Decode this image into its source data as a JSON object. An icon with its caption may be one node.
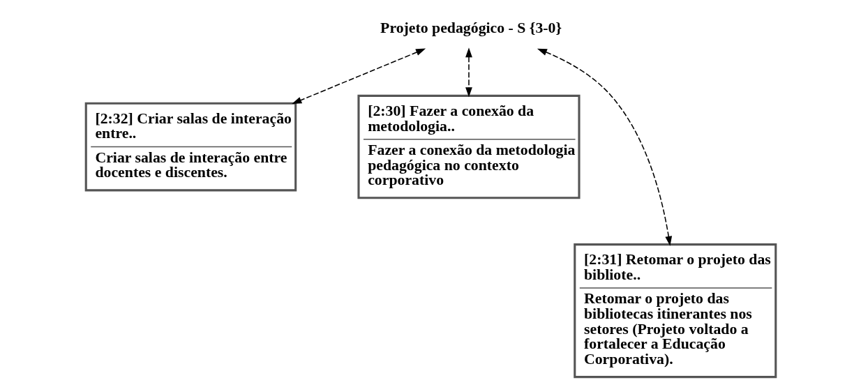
{
  "diagram": {
    "nodes": [
      {
        "text": [
          "Projeto pedagógico - S {3-0}"
        ]
      },
      {
        "text": [
          "[2:32] Criar salas de interação entre..",
          "Criar salas de interação entre docentes e discentes."
        ]
      },
      {
        "text": [
          "[2:30] Fazer a conexão da metodologia..",
          "Fazer a conexão da metodologia pedagógica no contexto corporativo"
        ]
      },
      {
        "text": [
          "[2:31] Retomar o projeto das bibliote..",
          "Retomar o projeto das bibliotecas itinerantes nos setores (Projeto voltado a fortalecer a Educação Corporativa)."
        ]
      }
    ],
    "edges": [
      {
        "from": 0,
        "to": 1,
        "arrow": "both",
        "style": "dashed"
      },
      {
        "from": 0,
        "to": 3,
        "arrow": "both",
        "style": "dashed"
      },
      {
        "from": 0,
        "to": 2,
        "arrow": "both",
        "style": "dashed"
      }
    ]
  }
}
